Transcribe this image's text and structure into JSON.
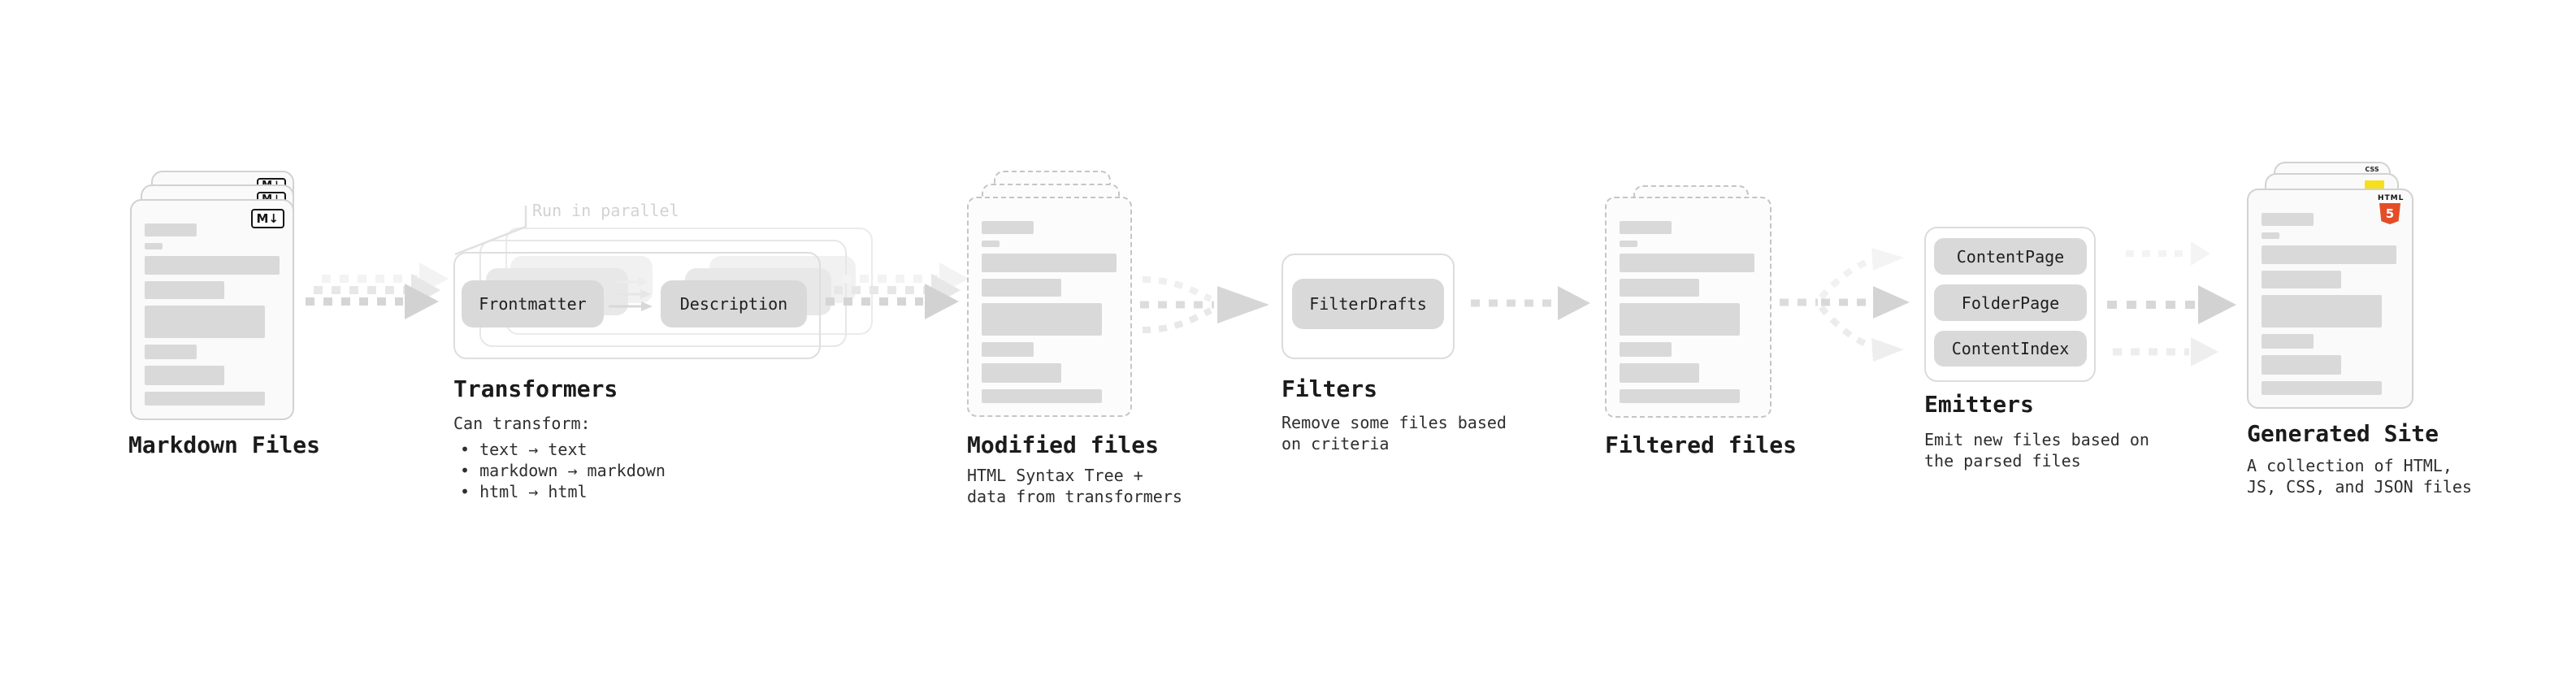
{
  "stages": {
    "markdown": {
      "label": "Markdown Files",
      "badge": "M↓"
    },
    "transformers": {
      "label": "Transformers",
      "callout": "Run in parallel",
      "pill_left": "Frontmatter",
      "pill_right": "Description",
      "desc_title": "Can transform:",
      "bullets": [
        "• text → text",
        "• markdown → markdown",
        "• html → html"
      ]
    },
    "modified": {
      "label": "Modified files",
      "desc": [
        "HTML Syntax Tree +",
        "data from transformers"
      ]
    },
    "filters": {
      "label": "Filters",
      "pill": "FilterDrafts",
      "desc": [
        "Remove some files based",
        "on criteria"
      ]
    },
    "filtered": {
      "label": "Filtered files"
    },
    "emitters": {
      "label": "Emitters",
      "pills": [
        "ContentPage",
        "FolderPage",
        "ContentIndex"
      ],
      "desc": [
        "Emit new files based on",
        "the parsed files"
      ]
    },
    "generated": {
      "label": "Generated Site",
      "desc": [
        "A collection of HTML,",
        "JS, CSS, and JSON files"
      ],
      "badges": {
        "css": "CSS",
        "html": "HTML",
        "five": "5"
      }
    }
  },
  "colors": {
    "html5_orange": "#e44d26",
    "js_yellow": "#f7df1e",
    "css_blue": "#2965f1",
    "card_bar_gray": "#d9d9d9",
    "arrow_gray": "#d2d2d2"
  }
}
